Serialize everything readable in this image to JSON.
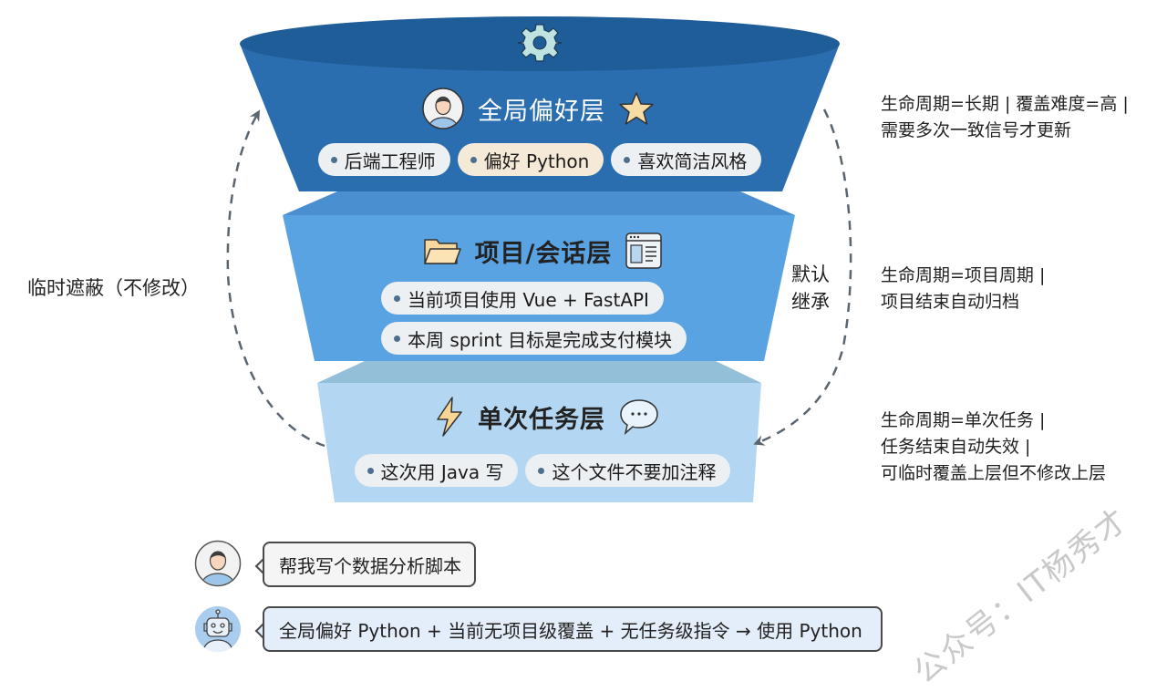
{
  "layers": [
    {
      "id": "global",
      "title": "全局偏好层",
      "left_icon": "user-avatar-icon",
      "right_icon": "star-icon",
      "top_icon": "gear-icon",
      "color": "#2a6eb0",
      "title_color": "#ffffff",
      "chips": [
        {
          "label": "后端工程师",
          "style": "light"
        },
        {
          "label": "偏好 Python",
          "style": "warm"
        },
        {
          "label": "喜欢简洁风格",
          "style": "light"
        }
      ],
      "note": [
        "生命周期=长期 | 覆盖难度=高 |",
        "需要多次一致信号才更新"
      ]
    },
    {
      "id": "project",
      "title": "项目/会话层",
      "left_icon": "folder-icon",
      "right_icon": "browser-window-icon",
      "color": "#5aa3e2",
      "title_color": "#1b1b1b",
      "chips": [
        {
          "label": "当前项目使用 Vue + FastAPI",
          "style": "light"
        },
        {
          "label": "本周 sprint 目标是完成支付模块",
          "style": "light"
        }
      ],
      "note": [
        "生命周期=项目周期 |",
        "项目结束自动归档"
      ]
    },
    {
      "id": "task",
      "title": "单次任务层",
      "left_icon": "lightning-icon",
      "right_icon": "chat-bubble-icon",
      "color": "#b3d7f2",
      "title_color": "#1b1b1b",
      "chips": [
        {
          "label": "这次用 Java 写",
          "style": "light"
        },
        {
          "label": "这个文件不要加注释",
          "style": "light"
        }
      ],
      "note": [
        "生命周期=单次任务 |",
        "任务结束自动失效 |",
        "可临时覆盖上层但不修改上层"
      ]
    }
  ],
  "arrows": {
    "left_label": "临时遮蔽（不修改）",
    "right_label_line1": "默认",
    "right_label_line2": "继承"
  },
  "conversation": {
    "user_message": "帮我写个数据分析脚本",
    "bot_message": "全局偏好 Python + 当前无项目级覆盖 + 无任务级指令 → 使用 Python",
    "user_avatar_icon": "user-avatar-icon",
    "bot_avatar_icon": "robot-icon"
  },
  "watermark": "公众号：IT杨秀才"
}
